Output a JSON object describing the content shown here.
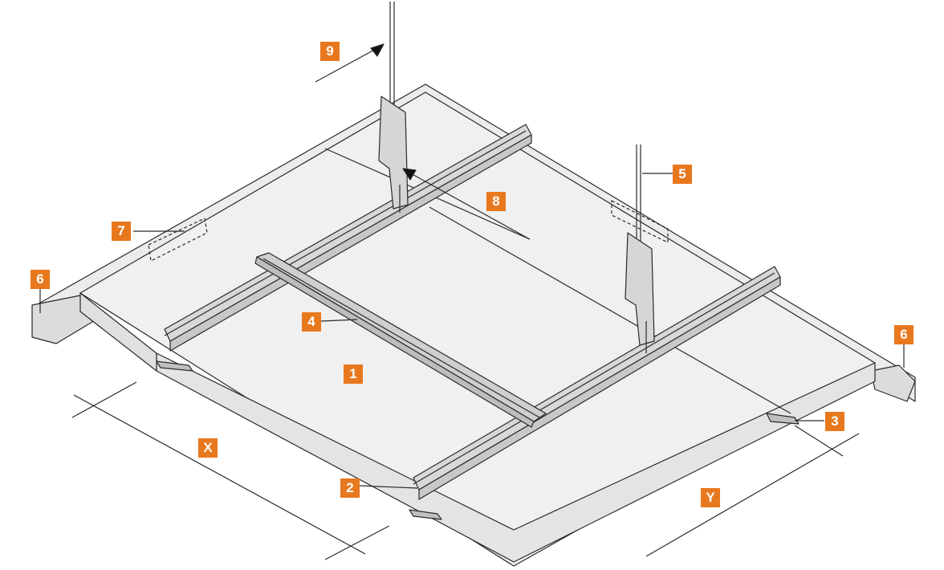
{
  "colors": {
    "badge": "#e8781e",
    "badge_text": "#ffffff",
    "panel_top": "#eeeeee",
    "panel_side": "#e3e3e3",
    "rail": "#d8d8d8",
    "line": "#2a2a2a"
  },
  "callouts": [
    {
      "id": "1",
      "label": "1"
    },
    {
      "id": "2",
      "label": "2"
    },
    {
      "id": "3",
      "label": "3"
    },
    {
      "id": "4",
      "label": "4"
    },
    {
      "id": "5",
      "label": "5"
    },
    {
      "id": "6a",
      "label": "6"
    },
    {
      "id": "6b",
      "label": "6"
    },
    {
      "id": "7",
      "label": "7"
    },
    {
      "id": "8",
      "label": "8"
    },
    {
      "id": "9",
      "label": "9"
    }
  ],
  "dimensions": {
    "x_label": "X",
    "y_label": "Y"
  }
}
